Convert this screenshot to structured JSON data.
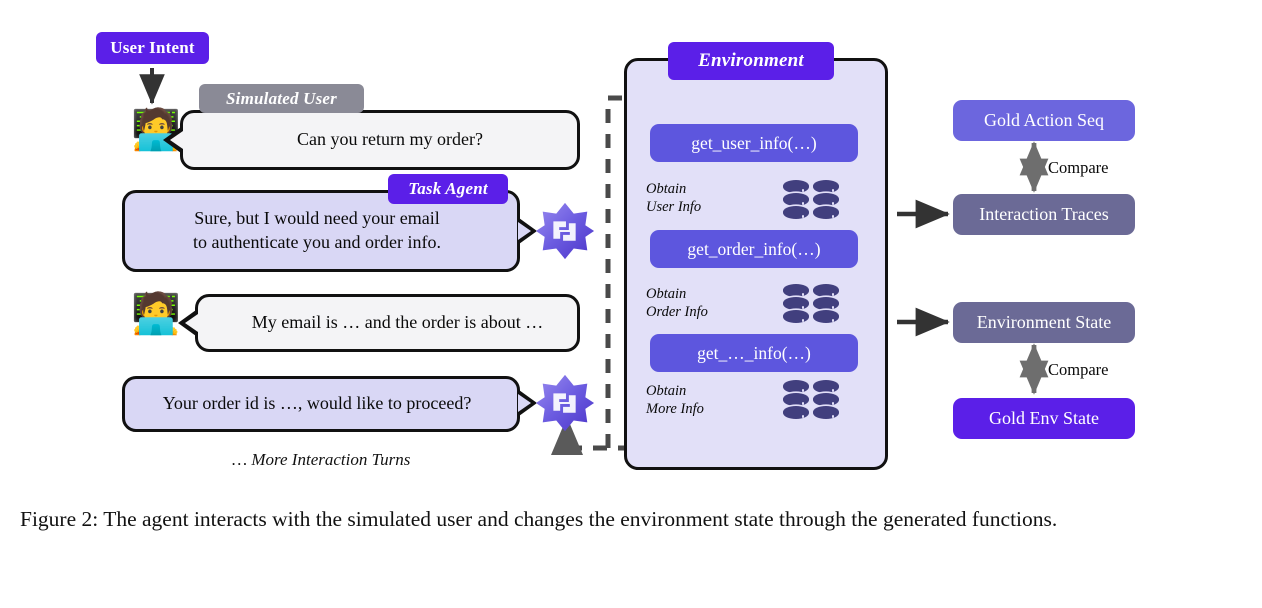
{
  "figure": {
    "caption": "Figure 2: The agent interacts with the simulated user and changes the environment state through the generated functions."
  },
  "left_column": {
    "user_intent_label": "User Intent",
    "simulated_user_tag": "Simulated User",
    "task_agent_tag": "Task Agent",
    "user_avatar_icon": "person-at-laptop-emoji",
    "agent_logo_icon": "agent-hexagram-logo-icon",
    "more_turns_label": "… More Interaction Turns",
    "messages": [
      {
        "speaker": "Simulated User",
        "text": "Can you return my order?"
      },
      {
        "speaker": "Task Agent",
        "text": "Sure, but I would need your email\nto authenticate you and order info."
      },
      {
        "speaker": "Simulated User",
        "text": "My email is … and the order is about …"
      },
      {
        "speaker": "Task Agent",
        "text": "Your order id is …, would like to proceed?"
      }
    ]
  },
  "environment": {
    "title": "Environment",
    "steps": [
      {
        "function": "get_user_info(…)",
        "obtain_line1": "Obtain",
        "obtain_line2": "User Info",
        "db_icon": "database-stack-icon"
      },
      {
        "function": "get_order_info(…)",
        "obtain_line1": "Obtain",
        "obtain_line2": "Order Info",
        "db_icon": "database-stack-icon"
      },
      {
        "function": "get_…_info(…)",
        "obtain_line1": "Obtain",
        "obtain_line2": "More Info",
        "db_icon": "database-stack-icon"
      }
    ]
  },
  "right_column": {
    "compare_label_top": "Compare",
    "compare_label_bottom": "Compare",
    "boxes": [
      {
        "label": "Gold Action Seq",
        "style": "gold"
      },
      {
        "label": "Interaction Traces",
        "style": "muted"
      },
      {
        "label": "Environment State",
        "style": "muted"
      },
      {
        "label": "Gold Env State",
        "style": "gold"
      }
    ]
  },
  "colors": {
    "brand_purple": "#5B1FE8",
    "mid_purple": "#6C66DE",
    "muted_purple": "#6B6A96",
    "function_purple": "#5D56DE",
    "panel_fill": "#E2E0F8",
    "bubble_purple": "#D9D7F5",
    "bubble_gray": "#F4F4F6",
    "tag_gray": "#8A8A96",
    "database_navy": "#413F7E",
    "stroke_black": "#111111",
    "arrow_gray": "#4A4A4A"
  }
}
